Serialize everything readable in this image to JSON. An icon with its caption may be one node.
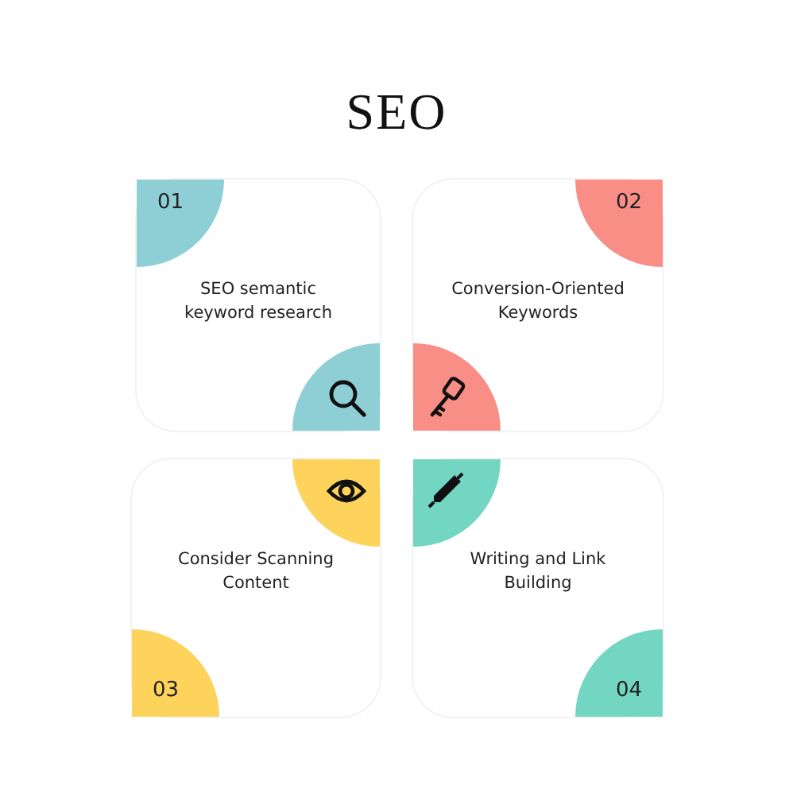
{
  "diagram": {
    "title": "SEO",
    "nodes": [
      {
        "text": [
          "01",
          "SEO semantic keyword research"
        ]
      },
      {
        "text": [
          "02",
          "Conversion-Oriented Keywords"
        ]
      },
      {
        "text": [
          "03",
          "Consider Scanning Content"
        ]
      },
      {
        "text": [
          "04",
          "Writing and Link Building"
        ]
      }
    ],
    "edges": []
  }
}
